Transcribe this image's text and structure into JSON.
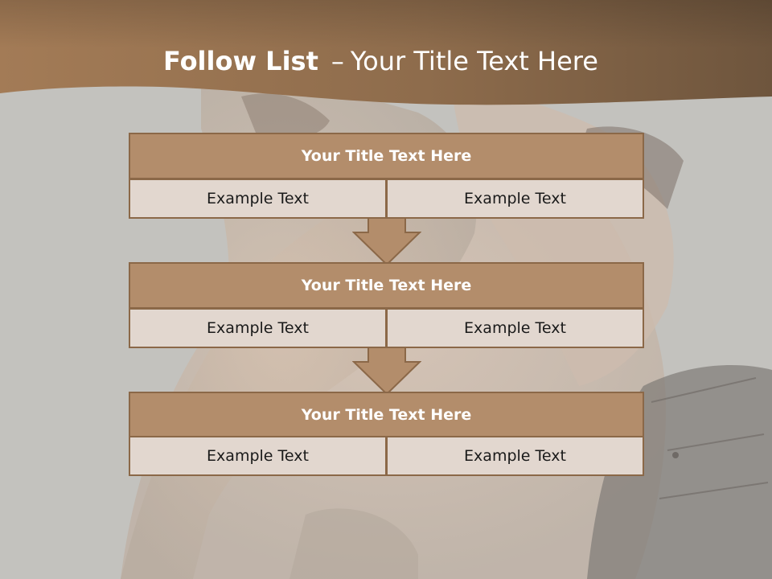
{
  "slide": {
    "title_bold": "Follow List",
    "title_separator": "–",
    "title_rest": "Your Title Text Here"
  },
  "colors": {
    "header": "#8a6a4a",
    "block_title_fill": "#b38d6b",
    "cell_fill": "#e2d7cf",
    "border": "#8b6848"
  },
  "blocks": [
    {
      "title": "Your Title Text Here",
      "left_text": "Example Text",
      "right_text": "Example Text"
    },
    {
      "title": "Your Title Text Here",
      "left_text": "Example Text",
      "right_text": "Example Text"
    },
    {
      "title": "Your Title Text Here",
      "left_text": "Example Text",
      "right_text": "Example Text"
    }
  ]
}
